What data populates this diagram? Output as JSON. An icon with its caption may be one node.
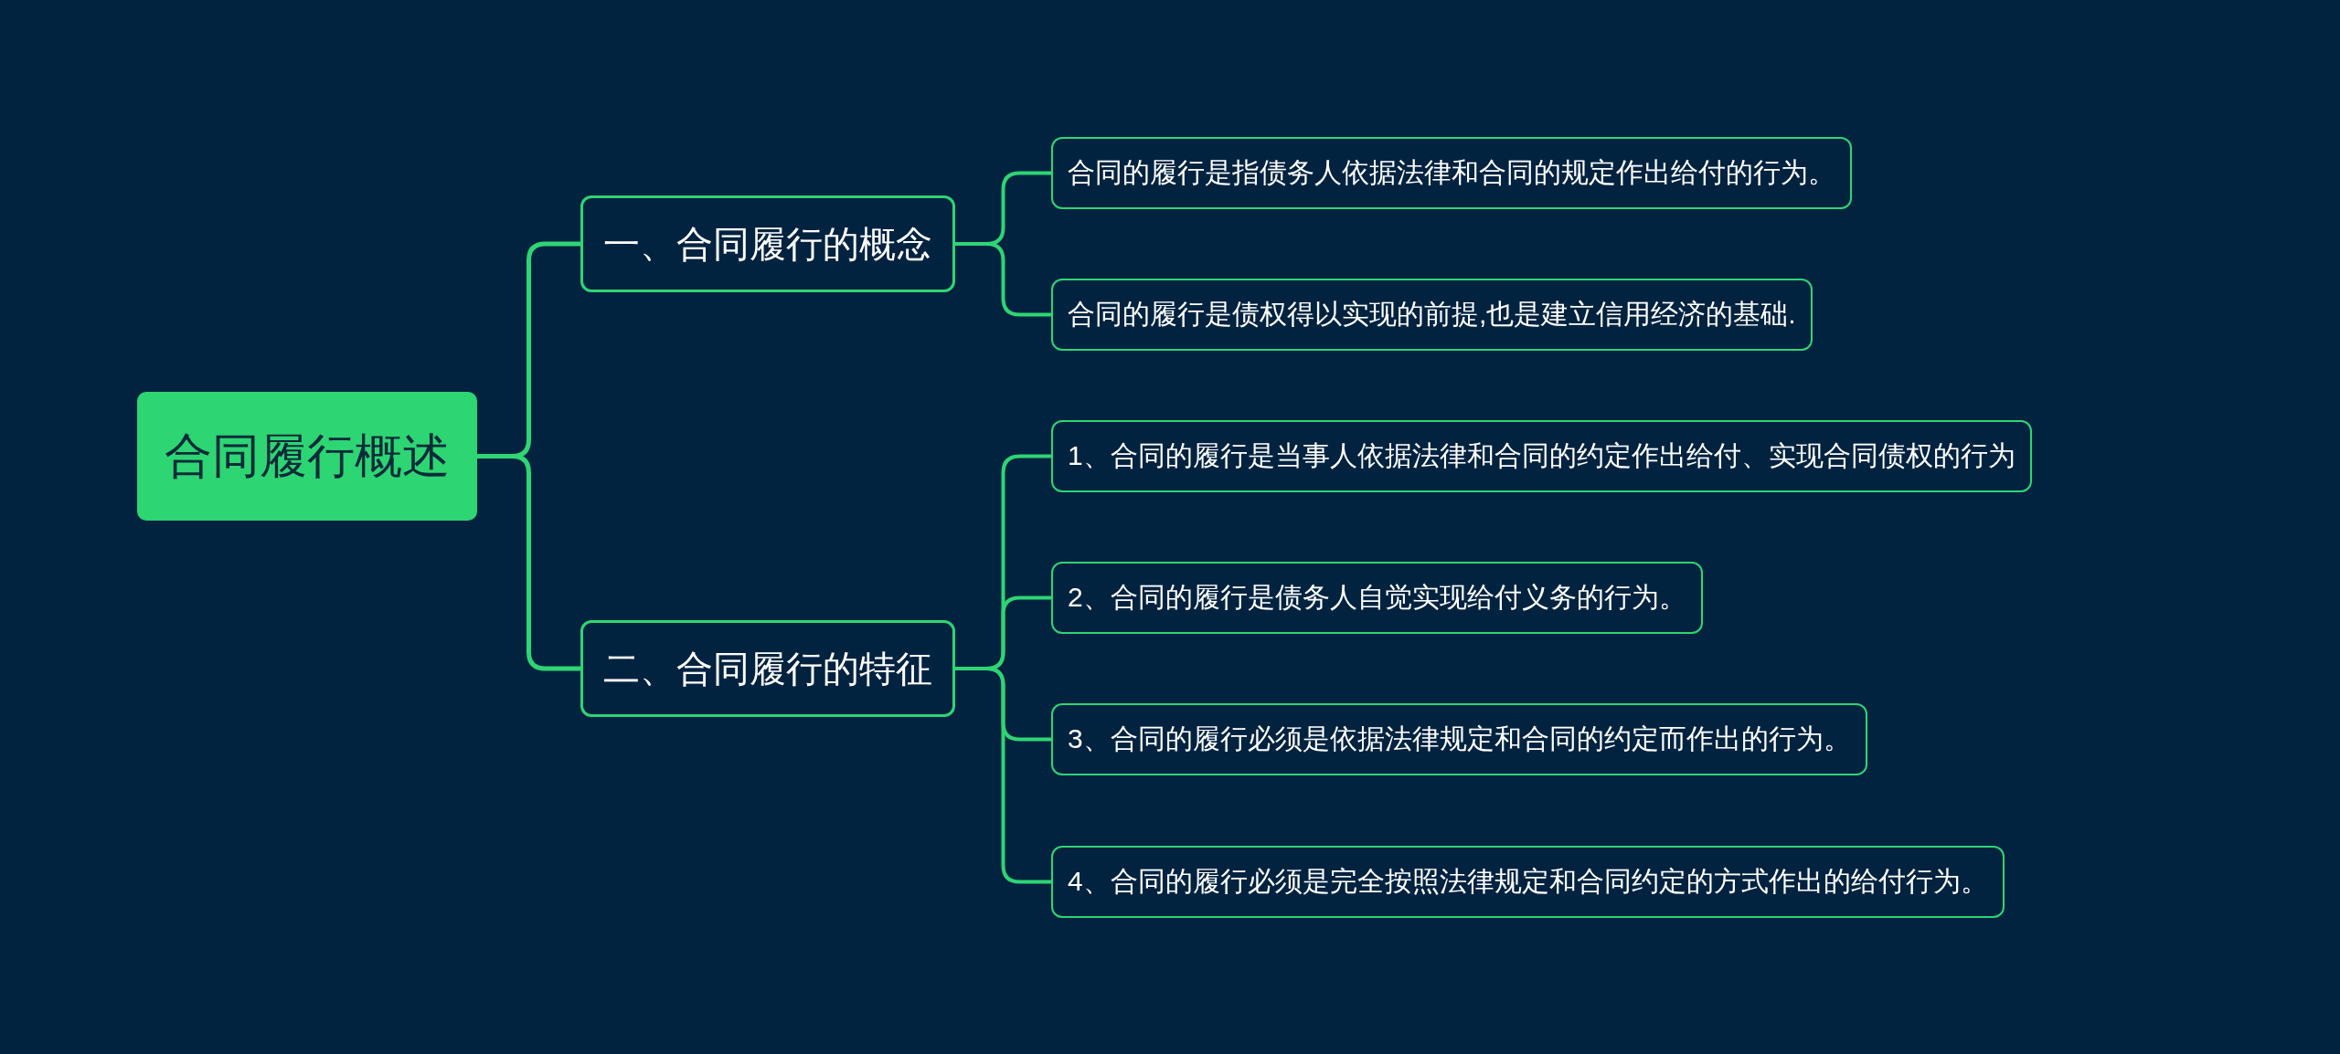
{
  "diagram": {
    "nodes": [
      {
        "text": [
          "合同履行概述"
        ]
      },
      {
        "text": [
          "一、合同履行的概念"
        ]
      },
      {
        "text": [
          "合同的履行是指债务人依据法律和合同的规定作出给付的行为。"
        ]
      },
      {
        "text": [
          "合同的履行是债权得以实现的前提,也是建立信用经济的基础."
        ]
      },
      {
        "text": [
          "二、合同履行的特征"
        ]
      },
      {
        "text": [
          "1、合同的履行是当事人依据法律和合同的约定作出给付、实现合同债权的行为"
        ]
      },
      {
        "text": [
          "2、合同的履行是债务人自觉实现给付义务的行为。"
        ]
      },
      {
        "text": [
          "3、合同的履行必须是依据法律规定和合同的约定而作出的行为。"
        ]
      },
      {
        "text": [
          "4、合同的履行必须是完全按照法律规定和合同约定的方式作出的给付行为。"
        ]
      }
    ],
    "edges": [
      {
        "from": 0,
        "to": 1,
        "arrow": "none"
      },
      {
        "from": 0,
        "to": 4,
        "arrow": "none"
      },
      {
        "from": 1,
        "to": 2,
        "arrow": "none"
      },
      {
        "from": 1,
        "to": 3,
        "arrow": "none"
      },
      {
        "from": 4,
        "to": 5,
        "arrow": "none"
      },
      {
        "from": 4,
        "to": 6,
        "arrow": "none"
      },
      {
        "from": 4,
        "to": 7,
        "arrow": "none"
      },
      {
        "from": 4,
        "to": 8,
        "arrow": "none"
      }
    ]
  }
}
